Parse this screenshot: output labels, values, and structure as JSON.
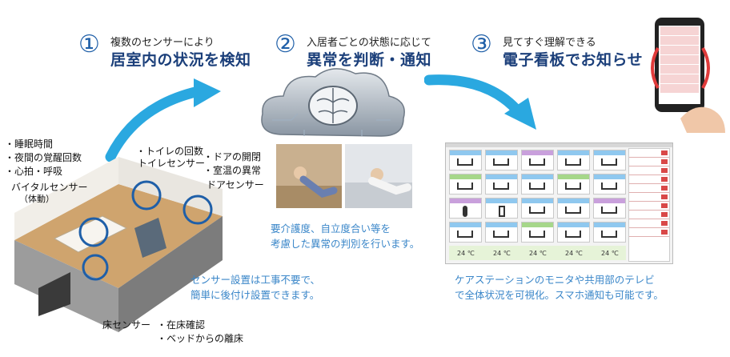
{
  "steps": [
    {
      "num": "①",
      "sub": "複数のセンサーにより",
      "main": "居室内の状況を検知"
    },
    {
      "num": "②",
      "sub": "入居者ごとの状態に応じて",
      "main": "異常を判断・通知"
    },
    {
      "num": "③",
      "sub": "見てすぐ理解できる",
      "main": "電子看板でお知らせ"
    }
  ],
  "vital": {
    "bullets": [
      "・睡眠時間",
      "・夜間の覚醒回数",
      "・心拍・呼吸"
    ],
    "label": "バイタルセンサー",
    "label_sub": "（体動）"
  },
  "toilet": {
    "bullet": "・トイレの回数",
    "label": "トイレセンサー"
  },
  "door": {
    "bullets": [
      "・ドアの開閉",
      "・室温の異常"
    ],
    "label": "ドアセンサー"
  },
  "floor": {
    "label": "床センサー",
    "bullets": [
      "・在床確認",
      "・ベッドからの離床"
    ]
  },
  "notes": {
    "judgment": [
      "要介護度、自立度合い等を",
      "考慮した異常の判別を行います。"
    ],
    "install": [
      "センサー設置は工事不要で、",
      "簡単に後付け設置できます。"
    ],
    "visual": [
      "ケアステーションのモニタや共用部のテレビ",
      "で全体状況を可視化。スマホ通知も可能です。"
    ]
  },
  "dashboard": {
    "temps": [
      "24 ℃",
      "24 ℃",
      "24 ℃",
      "24 ℃",
      "24 ℃"
    ]
  },
  "colors": {
    "accent": "#1f5fa8",
    "arrow": "#2aa8e0",
    "note": "#3b87c9",
    "alert": "#d94848"
  }
}
